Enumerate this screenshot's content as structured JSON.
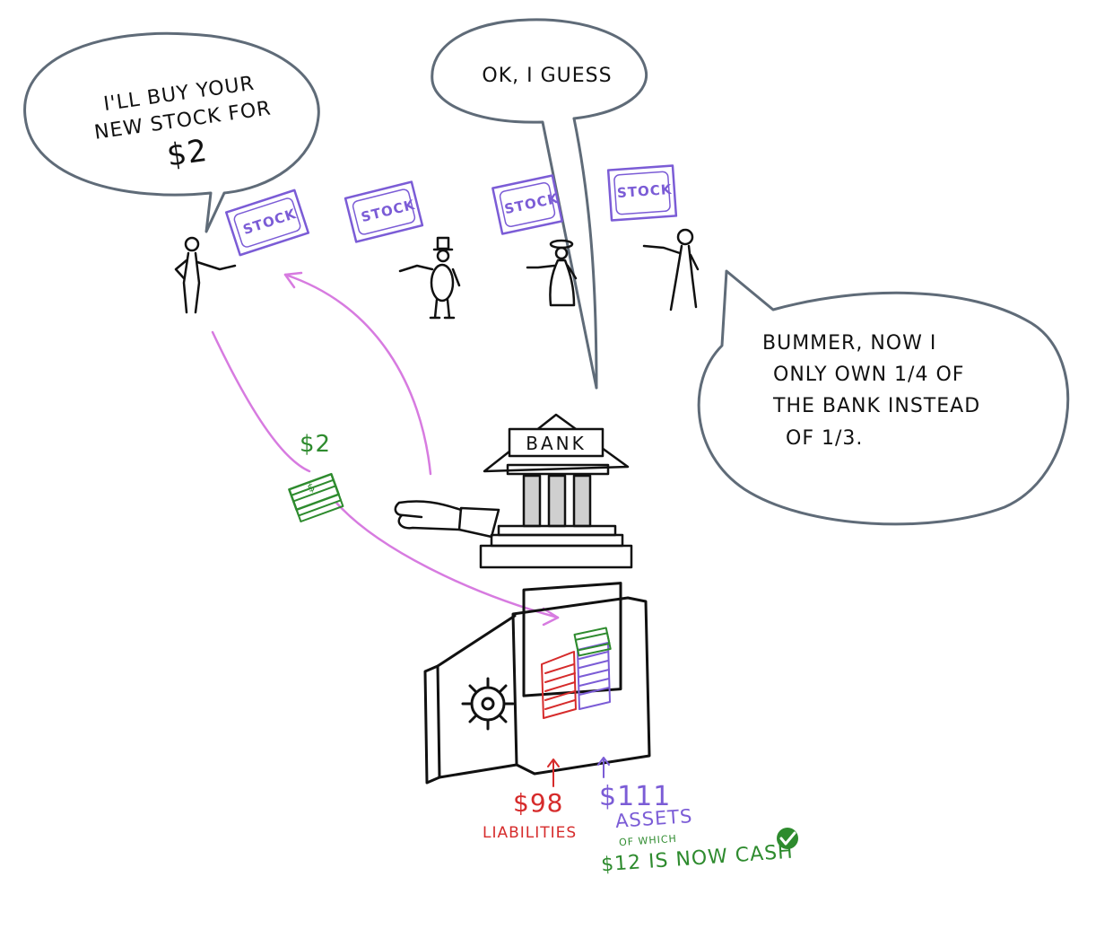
{
  "bubbles": {
    "investor": {
      "line1": "I'll buy your",
      "line2": "new stock for",
      "line3": "$2"
    },
    "shareholder_ok": {
      "text": "Ok, I guess"
    },
    "shareholder_bummer": {
      "line1": "Bummer, now I",
      "line2": "only own 1/4 of",
      "line3": "the bank instead",
      "line4": "of 1/3."
    }
  },
  "stock_certificates": [
    {
      "label": "Stock"
    },
    {
      "label": "Stock"
    },
    {
      "label": "Stock"
    },
    {
      "label": "Stock"
    }
  ],
  "bank": {
    "sign": "BANK"
  },
  "payment": {
    "amount": "$2",
    "bill_symbol": "$"
  },
  "vault": {
    "liabilities_value": "$98",
    "liabilities_label": "Liabilities",
    "assets_value": "$111",
    "assets_label": "Assets",
    "of_which": "of which",
    "cash_note": "$12 is now cash"
  },
  "colors": {
    "ink": "#111111",
    "bubble": "#5f6b78",
    "stock": "#7b5cd6",
    "arrow": "#d77be0",
    "money": "#2e8b2e",
    "liabilities": "#d62b2b",
    "assets": "#7b5cd6"
  }
}
